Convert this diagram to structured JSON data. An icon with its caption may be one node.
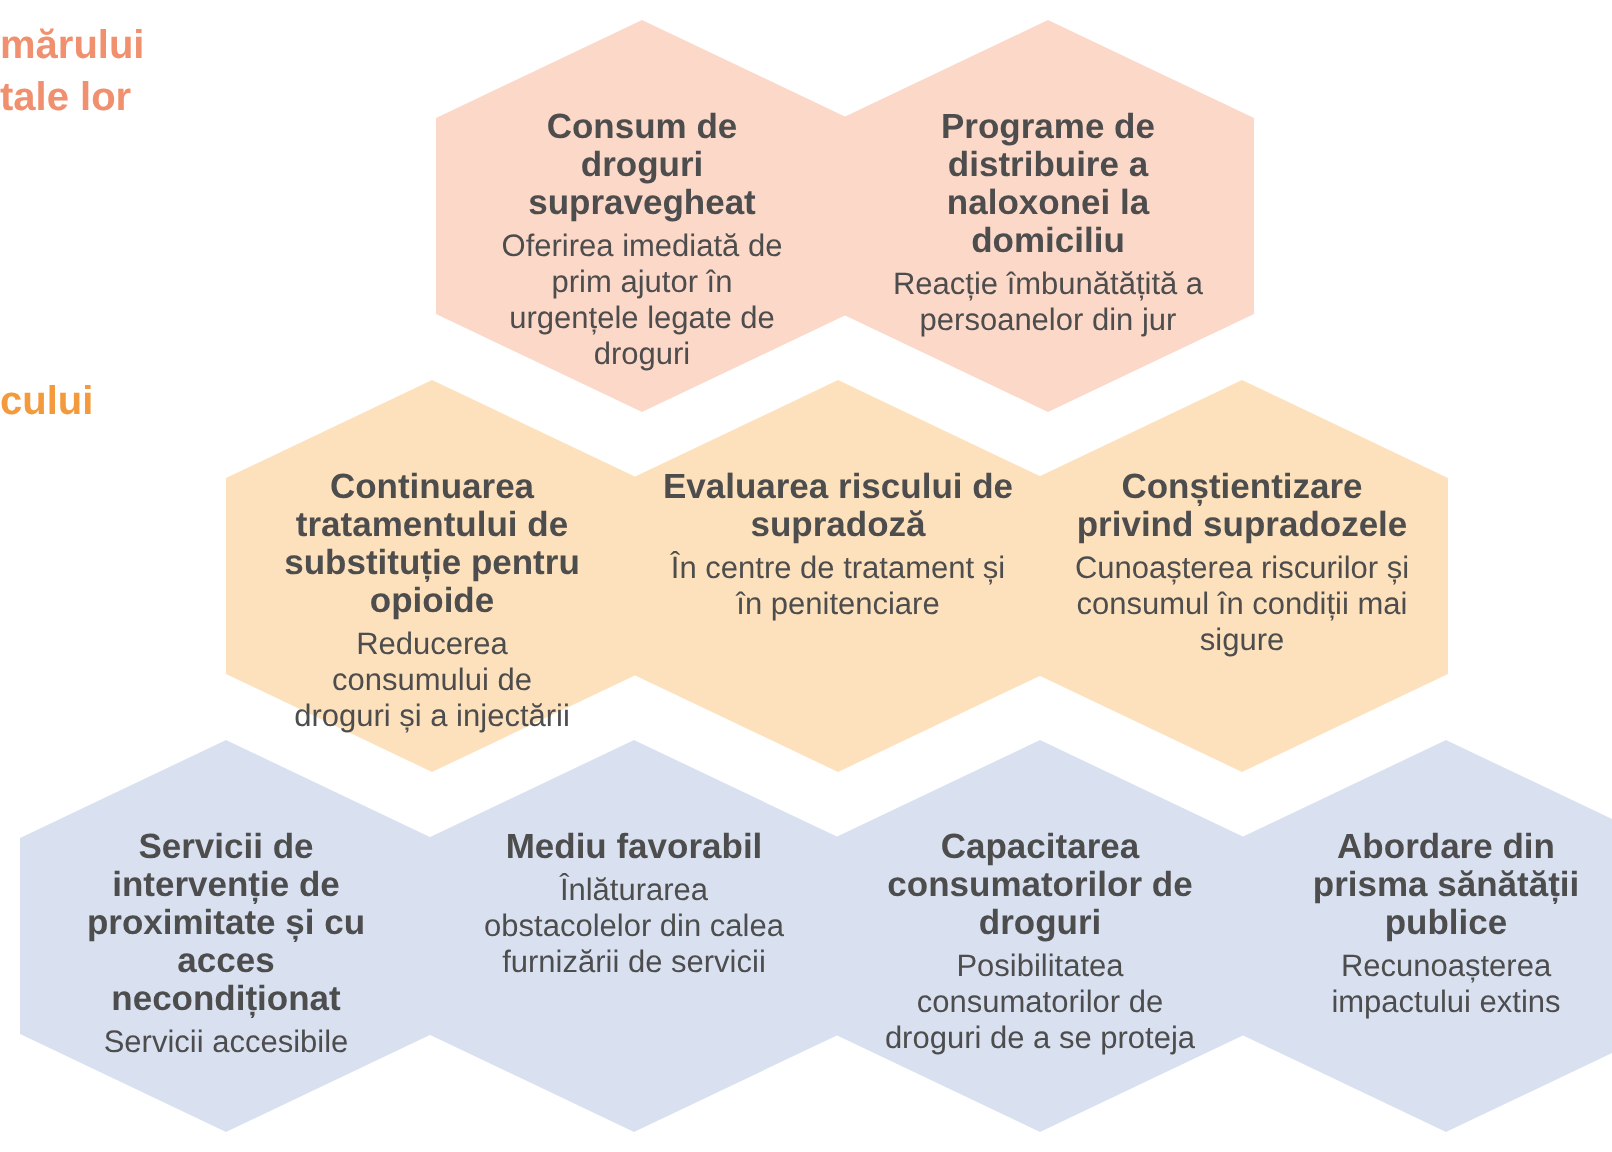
{
  "diagram": {
    "nodes": [
      {
        "text": [
          "Consum de droguri supravegheat",
          "Oferirea imediată de prim ajutor în urgențele legate de droguri"
        ]
      },
      {
        "text": [
          "Programe de distribuire a naloxonei la domiciliu",
          "Reacție îmbunătățită a persoanelor din jur"
        ]
      },
      {
        "text": [
          "Continuarea tratamentului de substituție pentru opioide",
          "Reducerea consumului de droguri și a injectării"
        ]
      },
      {
        "text": [
          "Evaluarea riscului de supradoză",
          "În centre de tratament și în penitenciare"
        ]
      },
      {
        "text": [
          "Conștientizare privind supradozele",
          "Cunoașterea riscurilor și consumul în condiții mai sigure"
        ]
      },
      {
        "text": [
          "Servicii de intervenție de proximitate și cu acces necondiționat",
          "Servicii accesibile"
        ]
      },
      {
        "text": [
          "Mediu favorabil",
          "Înlăturarea obstacolelor din calea furnizării de servicii"
        ]
      },
      {
        "text": [
          "Capacitarea consumatorilor de droguri",
          "Posibilitatea consumatorilor de droguri de a se proteja"
        ]
      },
      {
        "text": [
          "Abordare din prisma sănătății publice",
          "Recunoașterea impactului extins"
        ]
      }
    ],
    "labels": [
      "mărului tale lor",
      "cului"
    ]
  }
}
